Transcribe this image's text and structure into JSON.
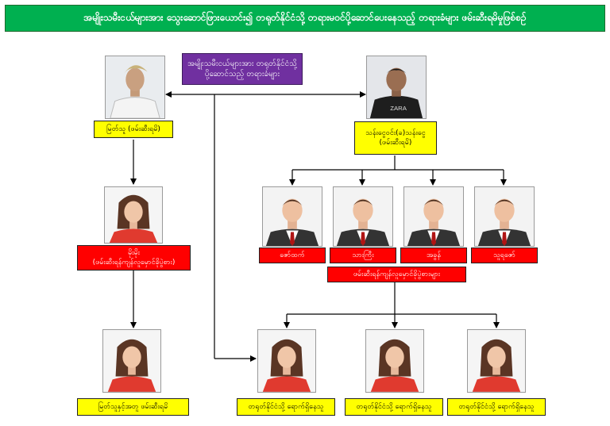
{
  "banner": {
    "title": "အမျိုးသမီးငယ်များအား သွေးဆောင်ဖြားယောင်း၍ တရုတ်နိုင်ငံသို့ တရားမဝင်ပို့ဆောင်ပေးနေသည့် တရားခံများ ဖမ်းဆီးရမိမှုဖြစ်စဉ်"
  },
  "center_box": {
    "text": "အမျိုးသမီးငယ်များအား တရုတ်နိုင်ငံသို့ ပို့ဆောင်သည့် တရားခံများ"
  },
  "suspect_left": {
    "name": "မြတ်သူ (ဖမ်းဆီးရမိ)"
  },
  "suspect_right": {
    "name_line1": "သန်းငွေဝင်း(ခ)သန်းငွေ",
    "name_line2": "(ဖမ်းဆီးရမိ)"
  },
  "broker_left": {
    "name_line1": "မိုးမိုး",
    "name_line2": "(ဖမ်းဆီးရန်ကျန်လူမှောင်ခိုပွဲစား)"
  },
  "victim_left": {
    "label": "မြတ်သူနှင့်အတူ ဖမ်းဆီးရမိ"
  },
  "brokers_right": {
    "names": [
      "ဇော်ထက်",
      "သားကြီး",
      "အခွန်",
      "သူရဇော်"
    ],
    "group_label": "ဖမ်းဆီးရန်ကျန်လူမှောင်ခိုပွဲစားများ"
  },
  "victims_bottom": {
    "labels": [
      "တရုတ်နိုင်ငံသို့ ရောက်ရှိနေသူ",
      "တရုတ်နိုင်ငံသို့ ရောက်ရှိနေသူ",
      "တရုတ်နိုင်ငံသို့ ရောက်ရှိနေသူ"
    ]
  },
  "colors": {
    "banner": "#00b050",
    "purple": "#7030a0",
    "yellow": "#ffff00",
    "red": "#ff0000",
    "shirt_red": "#e03a2f",
    "suit": "#333333"
  },
  "photo_tags": {
    "right_shirt": "ZARA"
  }
}
